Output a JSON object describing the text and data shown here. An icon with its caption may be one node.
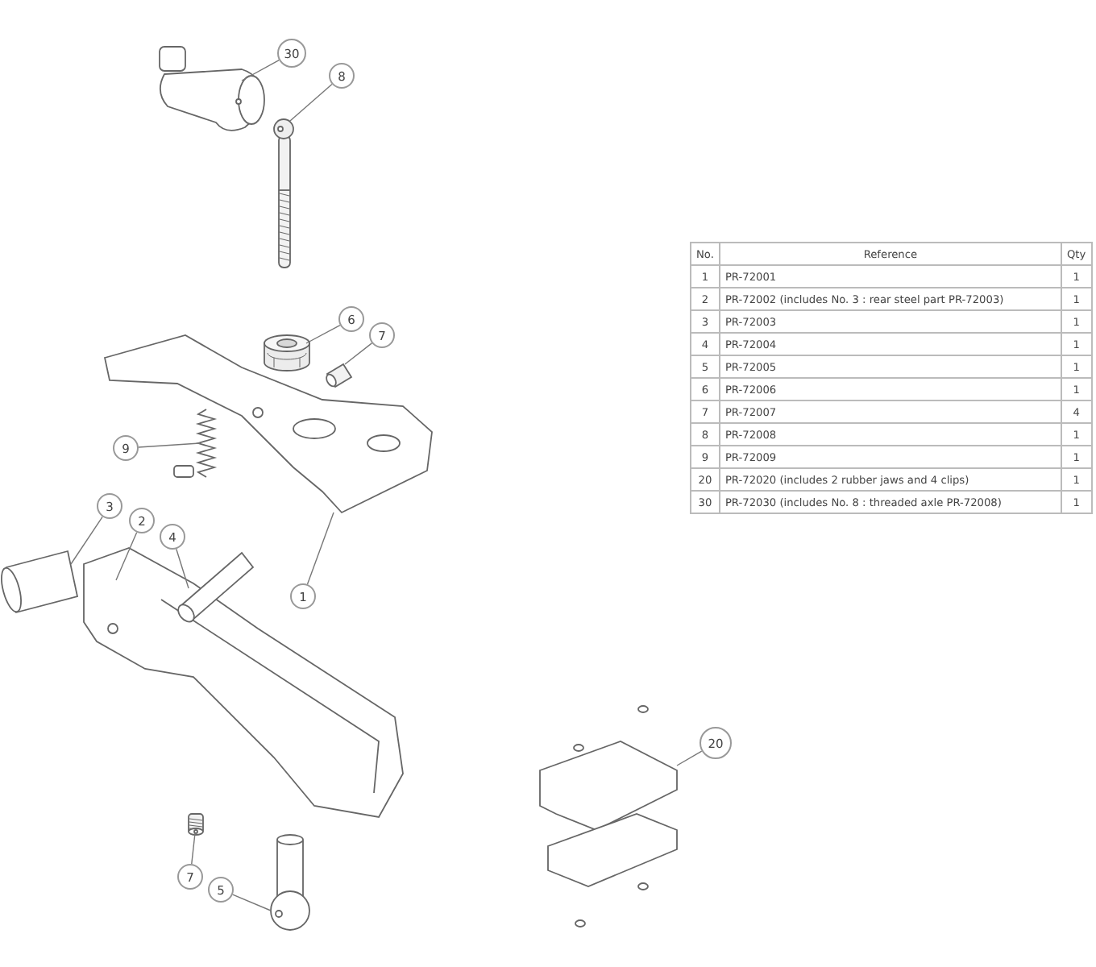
{
  "diagram": {
    "nodes": [
      {
        "text": [
          "30"
        ]
      },
      {
        "text": [],
        "shape": "picture"
      },
      {
        "text": [
          "8"
        ]
      },
      {
        "text": [],
        "shape": "picture"
      },
      {
        "text": [
          "6"
        ]
      },
      {
        "text": [],
        "shape": "picture"
      },
      {
        "text": [
          "7"
        ]
      },
      {
        "text": [],
        "shape": "picture"
      },
      {
        "text": [
          "9"
        ]
      },
      {
        "text": [],
        "shape": "picture"
      },
      {
        "text": [
          "1"
        ]
      },
      {
        "text": [],
        "shape": "picture"
      },
      {
        "text": [
          "3"
        ]
      },
      {
        "text": [],
        "shape": "picture"
      },
      {
        "text": [
          "2"
        ]
      },
      {
        "text": [],
        "shape": "picture"
      },
      {
        "text": [
          "4"
        ]
      },
      {
        "text": [],
        "shape": "picture"
      },
      {
        "text": [
          "7"
        ]
      },
      {
        "text": [],
        "shape": "picture"
      },
      {
        "text": [
          "5"
        ]
      },
      {
        "text": [],
        "shape": "picture"
      },
      {
        "text": [
          "20"
        ]
      },
      {
        "text": [],
        "shape": "picture"
      }
    ],
    "edges": [
      {
        "from": 0,
        "to": 1,
        "arrow": "none"
      },
      {
        "from": 2,
        "to": 3,
        "arrow": "none"
      },
      {
        "from": 4,
        "to": 5,
        "arrow": "none"
      },
      {
        "from": 6,
        "to": 7,
        "arrow": "none"
      },
      {
        "from": 8,
        "to": 9,
        "arrow": "none"
      },
      {
        "from": 10,
        "to": 11,
        "arrow": "none"
      },
      {
        "from": 12,
        "to": 13,
        "arrow": "none"
      },
      {
        "from": 14,
        "to": 15,
        "arrow": "none"
      },
      {
        "from": 16,
        "to": 17,
        "arrow": "none"
      },
      {
        "from": 18,
        "to": 19,
        "arrow": "none"
      },
      {
        "from": 20,
        "to": 21,
        "arrow": "none"
      },
      {
        "from": 22,
        "to": 23,
        "arrow": "none"
      }
    ],
    "labels": [
      "No.",
      "Reference",
      "Qty",
      "1",
      "PR-72001",
      "1",
      "2",
      "PR-72002 (includes No. 3 : rear steel part PR-72003)",
      "1",
      "3",
      "PR-72003",
      "1",
      "4",
      "PR-72004",
      "1",
      "5",
      "PR-72005",
      "1",
      "6",
      "PR-72006",
      "1",
      "7",
      "PR-72007",
      "4",
      "8",
      "PR-72008",
      "1",
      "9",
      "PR-72009",
      "1",
      "20",
      "PR-72020 (includes 2 rubber jaws and 4 clips)",
      "1",
      "30",
      "PR-72030 (includes No. 8 : threaded axle PR-72008)",
      "1"
    ]
  }
}
